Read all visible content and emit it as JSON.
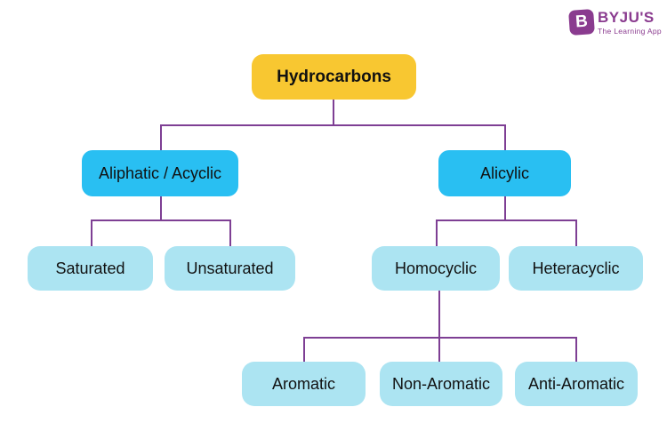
{
  "tree": {
    "label": "Hydrocarbons",
    "children": [
      {
        "label": "Aliphatic / Acyclic",
        "children": [
          {
            "label": "Saturated"
          },
          {
            "label": "Unsaturated"
          }
        ]
      },
      {
        "label": "Alicylic",
        "children": [
          {
            "label": "Homocyclic",
            "children": [
              {
                "label": "Aromatic"
              },
              {
                "label": "Non-Aromatic"
              },
              {
                "label": "Anti-Aromatic"
              }
            ]
          },
          {
            "label": "Heteracyclic"
          }
        ]
      }
    ]
  },
  "logo": {
    "badge_letter": "B",
    "brand": "BYJU'S",
    "tagline": "The Learning App"
  },
  "colors": {
    "root_fill": "#F8C731",
    "branch_fill": "#29BFF2",
    "leaf_fill": "#ACE4F2",
    "connector": "#7E3F94",
    "brand_purple": "#8A3B8F"
  }
}
